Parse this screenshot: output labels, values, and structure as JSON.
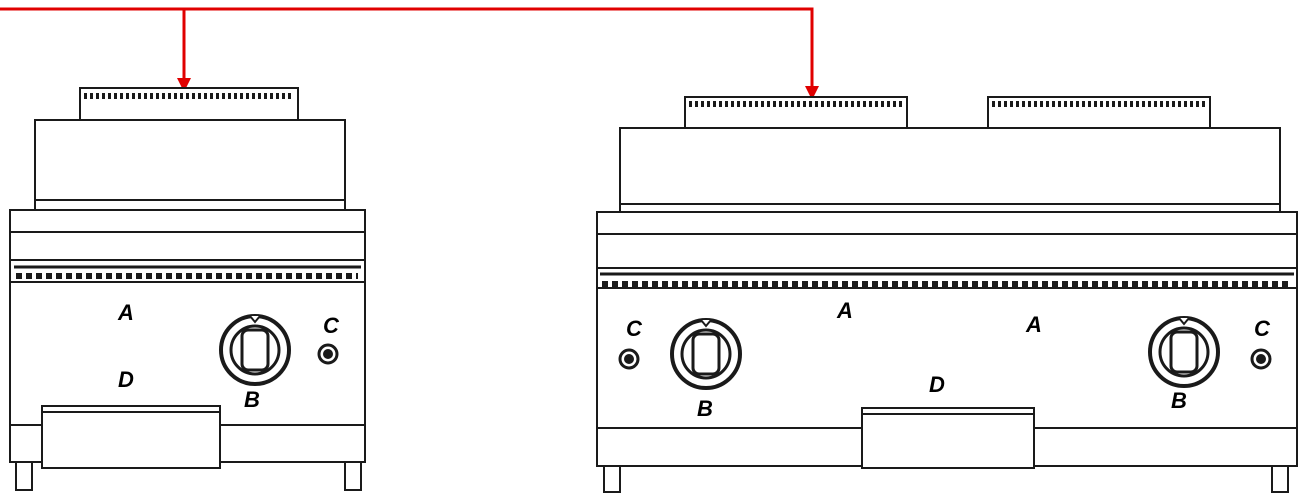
{
  "colors": {
    "arrow": "#e00000",
    "line": "#1a1a1a",
    "fill": "#ffffff"
  },
  "labels": {
    "a": "A",
    "b": "B",
    "c": "C",
    "d": "D"
  }
}
